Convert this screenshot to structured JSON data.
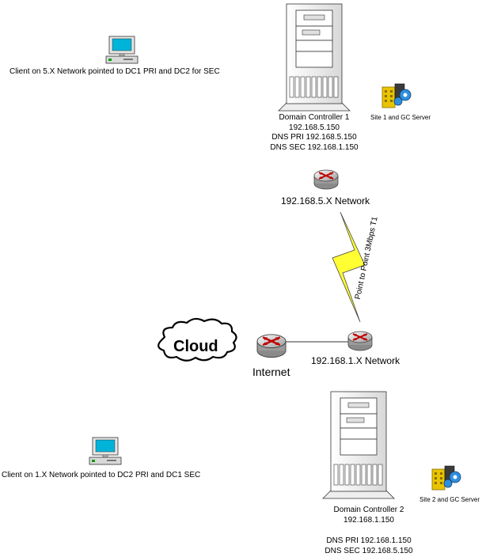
{
  "client_top": {
    "label": "Client on 5.X Network pointed to DC1 PRI and DC2 for SEC"
  },
  "client_bottom": {
    "label": "Client on 1.X Network pointed to DC2 PRI and DC1 SEC"
  },
  "dc1": {
    "name": "Domain Controller 1",
    "ip": "192.168.5.150",
    "dns_pri": "DNS PRI 192.168.5.150",
    "dns_sec": "DNS SEC 192.168.1.150"
  },
  "dc2": {
    "name": "Domain Controller 2",
    "ip": "192.168.1.150",
    "dns_pri": "DNS PRI 192.168.1.150",
    "dns_sec": "DNS SEC 192.168.5.150"
  },
  "site1": {
    "label": "Site 1 and GC Server"
  },
  "site2": {
    "label": "Site 2 and GC Server"
  },
  "network5": {
    "label": "192.168.5.X Network"
  },
  "network1": {
    "label": "192.168.1.X Network"
  },
  "link": {
    "label": "Point to Point 3Mbps T1"
  },
  "cloud": {
    "label": "Cloud"
  },
  "internet": {
    "label": "Internet"
  },
  "colors": {
    "lightning": "#ffff33",
    "router_arrow": "#c00000",
    "screen": "#00b3d9",
    "building": "#e8c400"
  }
}
